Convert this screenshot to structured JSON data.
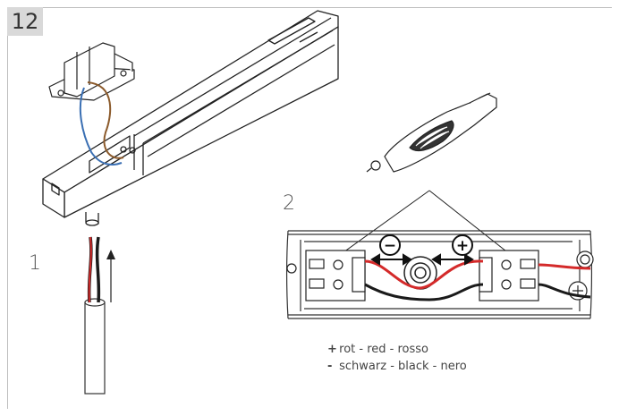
{
  "step_number": "12",
  "sub_labels": {
    "one": "1",
    "two": "2"
  },
  "polarity": {
    "minus": "−",
    "plus": "+"
  },
  "legend": [
    {
      "symbol": "+",
      "text": "rot - red - rosso"
    },
    {
      "symbol": "-",
      "text": "schwarz - black - nero"
    }
  ],
  "colors": {
    "red_wire": "#d42a2a",
    "black_wire": "#1a1a1a",
    "brown_wire": "#8b5a2b",
    "blue_wire": "#3a6fb3",
    "badge": "#d9d9d9",
    "frame": "#bdbdbd"
  }
}
